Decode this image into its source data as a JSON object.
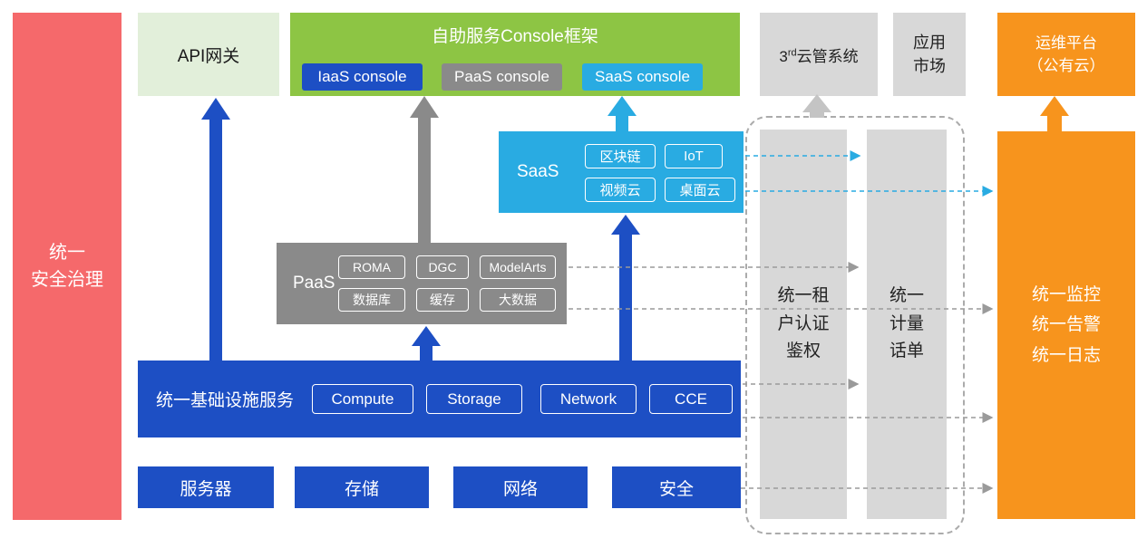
{
  "colors": {
    "red": "#F5696B",
    "light_green": "#E2EFDA",
    "green": "#8DC544",
    "blue": "#1D4FC4",
    "light_blue": "#29ABE2",
    "gray": "#8A8A8A",
    "light_gray": "#D8D8D8",
    "orange": "#F7941D"
  },
  "security_bar": {
    "label": "统一\n安全治理"
  },
  "top_row": {
    "api_gateway": {
      "label": "API网关"
    },
    "console_frame": {
      "title": "自助服务Console框架",
      "consoles": [
        {
          "label": "IaaS console"
        },
        {
          "label": "PaaS console"
        },
        {
          "label": "SaaS console"
        }
      ]
    },
    "third_party_cms": {
      "prefix": "3",
      "sup": "rd",
      "rest": "云管系统"
    },
    "app_market": {
      "label": "应用\n市场"
    },
    "om_platform": {
      "label": "运维平台\n（公有云）"
    }
  },
  "saas": {
    "label": "SaaS",
    "items": [
      "区块链",
      "IoT",
      "视频云",
      "桌面云"
    ]
  },
  "paas": {
    "label": "PaaS",
    "items": [
      "ROMA",
      "DGC",
      "ModelArts",
      "数据库",
      "缓存",
      "大数据"
    ]
  },
  "infrastructure": {
    "label": "统一基础设施服务",
    "items": [
      "Compute",
      "Storage",
      "Network",
      "CCE"
    ]
  },
  "resource_row": {
    "items": [
      "服务器",
      "存储",
      "网络",
      "安全"
    ]
  },
  "right_bars": {
    "tenant_auth": {
      "label": "统一租\n户认证\n鉴权"
    },
    "metering": {
      "label": "统一\n计量\n话单"
    },
    "monitoring": {
      "label": "统一监控\n统一告警\n统一日志"
    }
  }
}
